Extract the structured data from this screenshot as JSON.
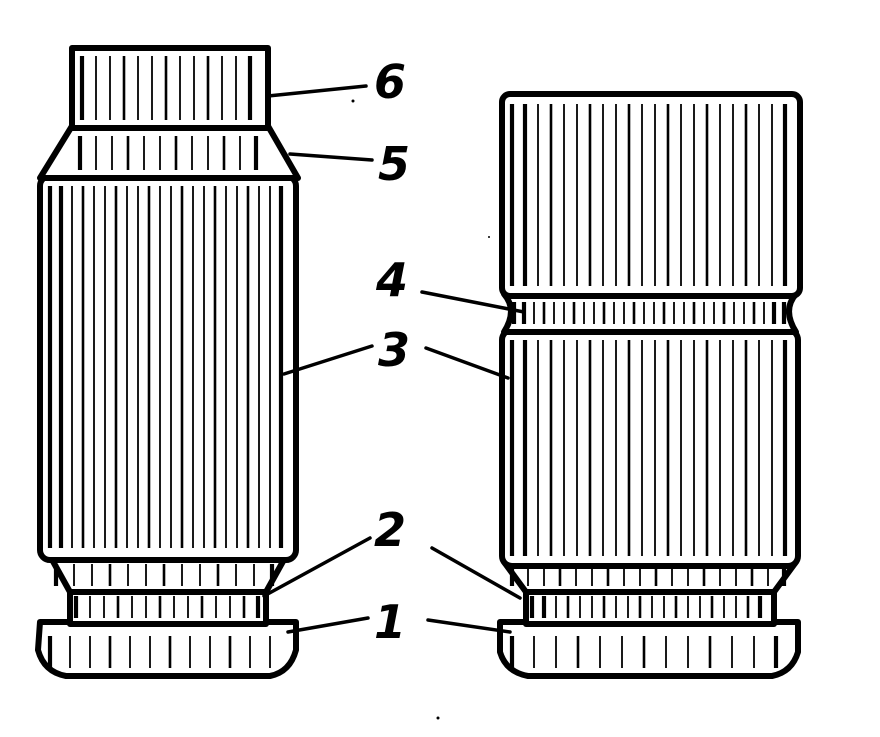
{
  "figure": {
    "left_part": {
      "labels": [
        "6",
        "5",
        "3",
        "2",
        "1"
      ]
    },
    "right_part": {
      "labels": [
        "4",
        "3",
        "2",
        "1"
      ]
    },
    "colors": {
      "ink": "#000000",
      "paper": "#ffffff"
    }
  }
}
